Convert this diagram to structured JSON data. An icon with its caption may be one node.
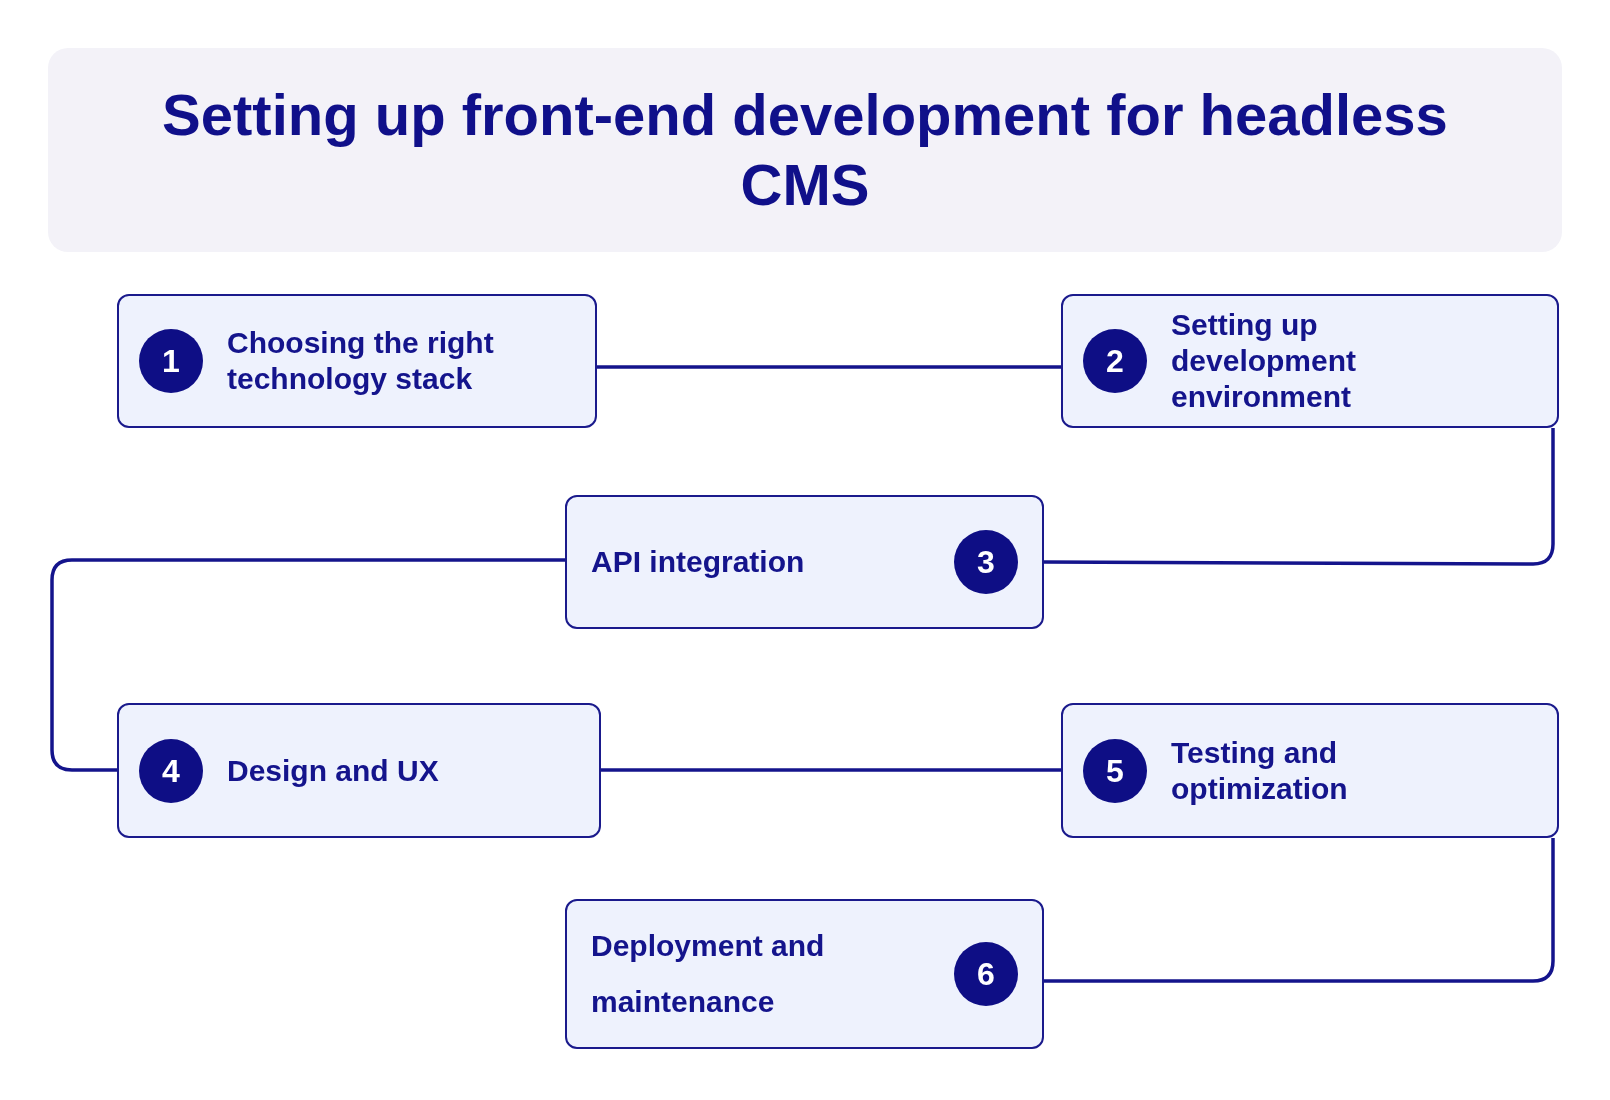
{
  "diagram": {
    "title": "Setting up front-end development for headless CMS",
    "nodes": [
      {
        "text": [
          "1",
          "Choosing the right technology stack"
        ]
      },
      {
        "text": [
          "2",
          "Setting up development environment"
        ]
      },
      {
        "text": [
          "API integration",
          "3"
        ]
      },
      {
        "text": [
          "4",
          "Design and UX"
        ]
      },
      {
        "text": [
          "5",
          "Testing and optimization"
        ]
      },
      {
        "text": [
          "Deployment and maintenance",
          "6"
        ]
      }
    ],
    "edges": [
      {
        "from": 0,
        "to": 1,
        "arrow": "none"
      },
      {
        "from": 1,
        "to": 2,
        "arrow": "none"
      },
      {
        "from": 2,
        "to": 3,
        "arrow": "none"
      },
      {
        "from": 3,
        "to": 4,
        "arrow": "none"
      },
      {
        "from": 4,
        "to": 5,
        "arrow": "none"
      }
    ]
  }
}
